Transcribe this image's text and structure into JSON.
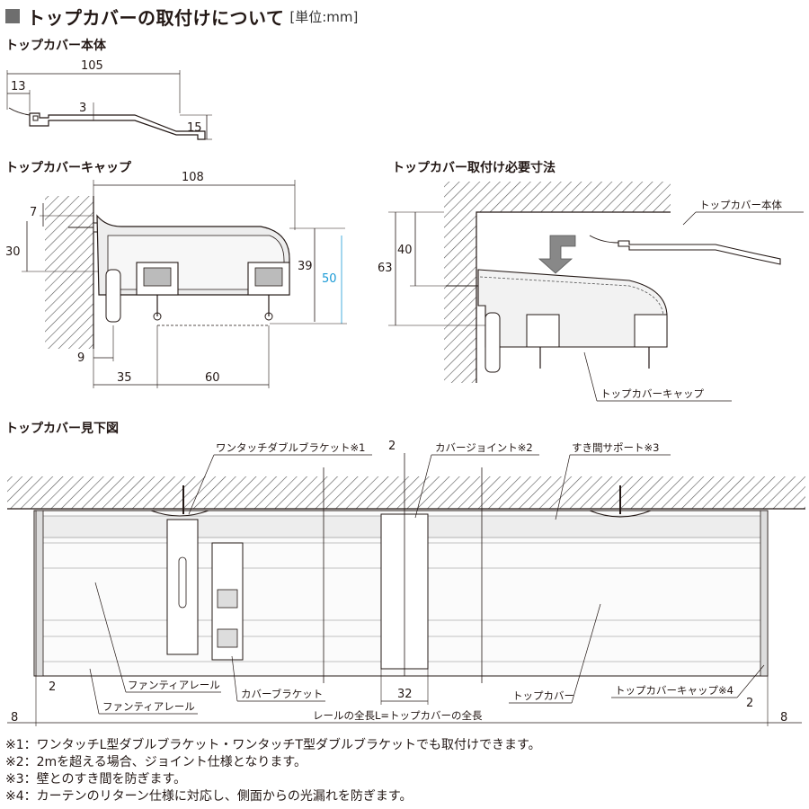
{
  "header": {
    "title": "トップカバーの取付けについて",
    "unit": "[単位:mm]"
  },
  "sections": {
    "body": "トップカバー本体",
    "cap": "トップカバーキャップ",
    "required": "トップカバー取付け必要寸法",
    "plan": "トップカバー見下図"
  },
  "dims_body": {
    "d105": "105",
    "d13": "13",
    "d3": "3",
    "d15": "15"
  },
  "dims_cap": {
    "d108": "108",
    "d7": "7",
    "d30": "30",
    "d39": "39",
    "d50": "50",
    "d9": "9",
    "d35": "35",
    "d60": "60"
  },
  "dims_req": {
    "d40": "40",
    "d63": "63"
  },
  "req_labels": {
    "body": "トップカバー本体",
    "cap": "トップカバーキャップ"
  },
  "plan_labels": {
    "bracket": "ワンタッチダブルブラケット※1",
    "joint": "カバージョイント※2",
    "support": "すき間サポート※3",
    "rail1": "ファンティアレール",
    "rail2": "ファンティアレール",
    "cover_bracket": "カバーブラケット",
    "top_cover": "トップカバー",
    "cap": "トップカバーキャップ※4",
    "total": "レールの全長L=トップカバーの全長"
  },
  "plan_dims": {
    "d2a": "2",
    "d2b": "2",
    "d2c": "2",
    "d32": "32",
    "d8a": "8",
    "d8b": "8"
  },
  "notes": [
    "※1：ワンタッチL型ダブルブラケット・ワンタッチT型ダブルブラケットでも取付けできます。",
    "※2：2mを超える場合、ジョイント仕様となります。",
    "※3：壁とのすき間を防ぎます。",
    "※4：カーテンのリターン仕様に対応し、側面からの光漏れを防ぎます。"
  ],
  "colors": {
    "accent": "#1a9ad6",
    "header_square": "#6e6e6e",
    "line": "#231815"
  }
}
